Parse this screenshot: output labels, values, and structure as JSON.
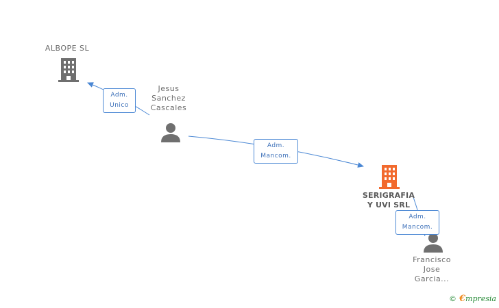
{
  "nodes": {
    "albope": {
      "label": "ALBOPE SL",
      "icon": "building-icon",
      "color": "#6f6f6f"
    },
    "jesus": {
      "label_lines": [
        "Jesus",
        "Sanchez",
        "Cascales"
      ],
      "icon": "person-icon",
      "color": "#6f6f6f"
    },
    "serigrafia": {
      "label_lines": [
        "SERIGRAFIA",
        "Y UVI SRL"
      ],
      "icon": "building-icon",
      "color": "#f26a2e"
    },
    "francisco": {
      "label_lines": [
        "Francisco",
        "Jose",
        "Garcia..."
      ],
      "icon": "person-icon",
      "color": "#6f6f6f"
    }
  },
  "edges": [
    {
      "from": "jesus",
      "to": "albope",
      "label_lines": [
        "Adm.",
        "Unico"
      ]
    },
    {
      "from": "jesus",
      "to": "serigrafia",
      "label_lines": [
        "Adm.",
        "Mancom."
      ]
    },
    {
      "from": "francisco",
      "to": "serigrafia",
      "label_lines": [
        "Adm.",
        "Mancom."
      ]
    }
  ],
  "colors": {
    "edge": "#4a87d4",
    "company_focus": "#f26a2e",
    "entity": "#6f6f6f"
  },
  "brand": {
    "copyright_symbol": "©",
    "initial": "€",
    "name": "mpresia"
  }
}
